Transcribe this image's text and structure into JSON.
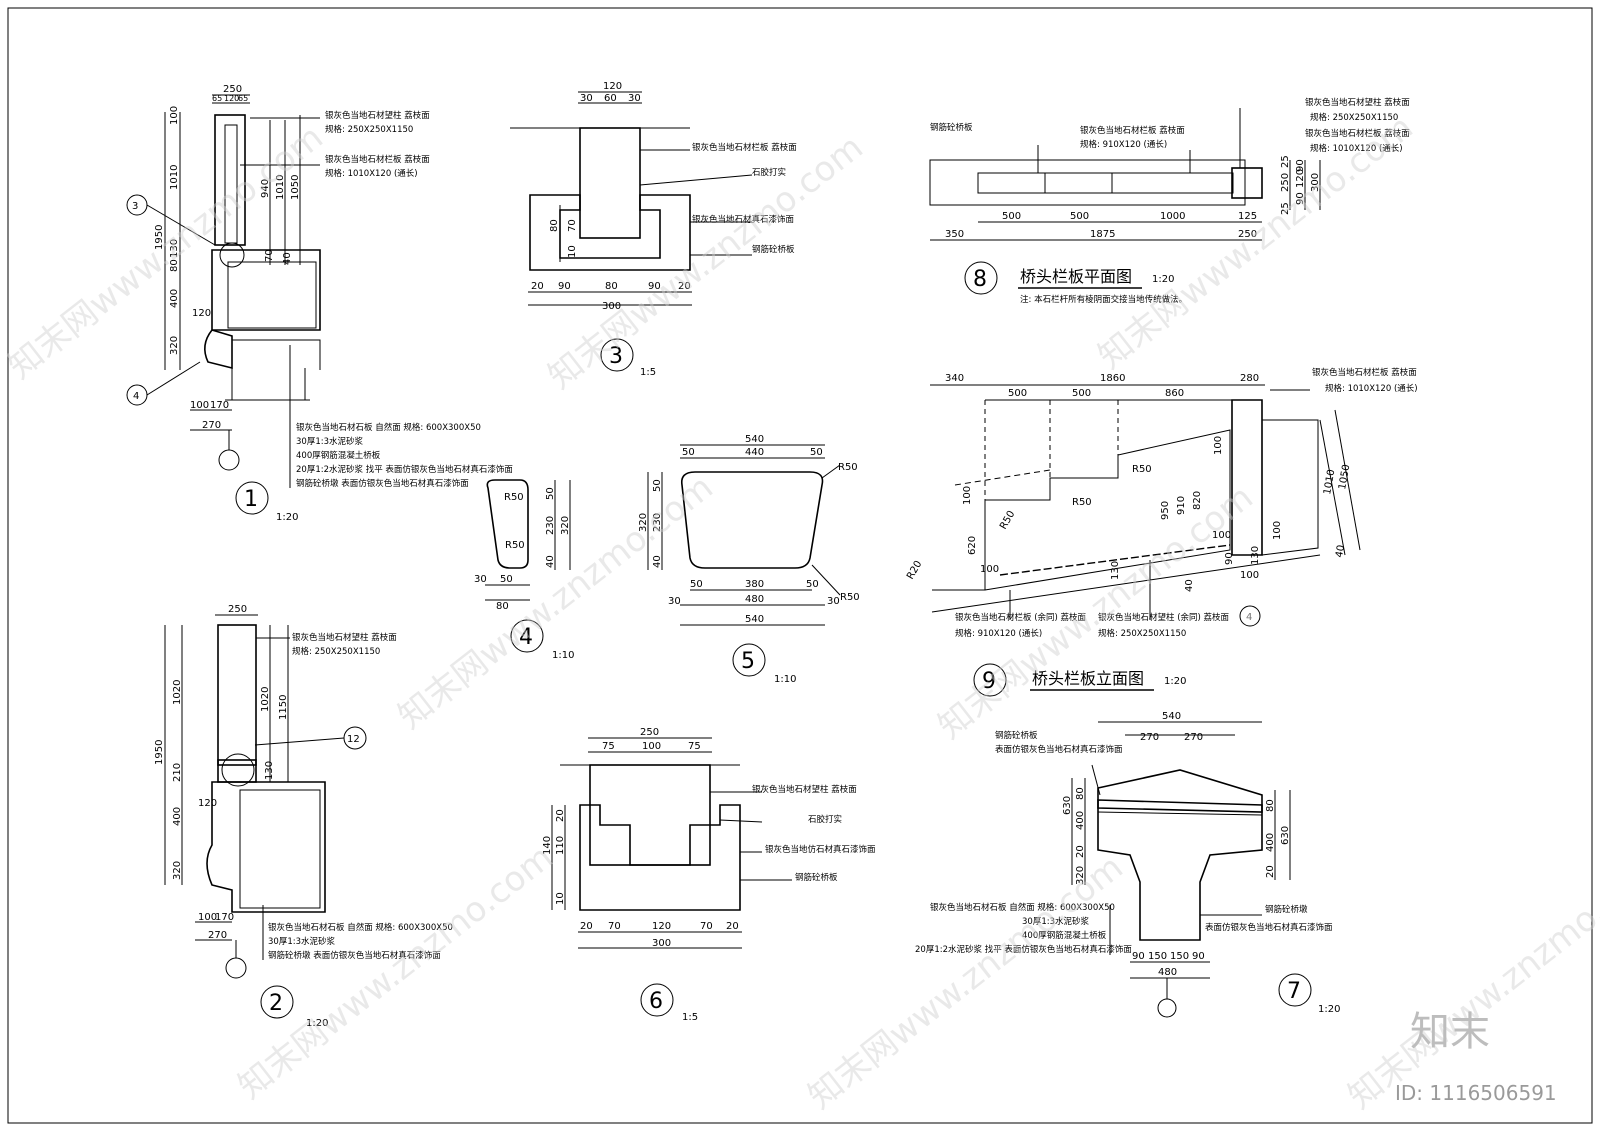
{
  "watermark": {
    "site": "知末网www.znzmo.com",
    "brand": "知末",
    "id_label": "ID: 1116506591"
  },
  "detail1": {
    "no": "1",
    "scale": "1:20",
    "dims_top": [
      "250",
      "65",
      "120",
      "65"
    ],
    "dims_left": [
      "100",
      "1010",
      "1950",
      "80",
      "130",
      "400",
      "320"
    ],
    "dims_right": [
      "940",
      "1010",
      "1050",
      "70",
      "40"
    ],
    "dims_bottom": [
      "100",
      "170",
      "270",
      "120"
    ],
    "callouts": [
      "3",
      "4"
    ],
    "notes_top": [
      "银灰色当地石材望柱  荔枝面",
      "规格: 250X250X1150",
      "银灰色当地石材栏板  荔枝面",
      "规格: 1010X120 (通长)"
    ],
    "notes_bottom": [
      "银灰色当地石材石板  自然面  规格: 600X300X50",
      "30厚1:3水泥砂浆",
      "400厚钢筋混凝土桥板",
      "20厚1:2水泥砂浆  找平  表面仿银灰色当地石材真石漆饰面",
      "钢筋砼桥墩  表面仿银灰色当地石材真石漆饰面"
    ]
  },
  "detail2": {
    "no": "2",
    "scale": "1:20",
    "dims_top": [
      "250"
    ],
    "dims_left": [
      "1020",
      "1950",
      "210",
      "400",
      "320",
      "120"
    ],
    "dims_right": [
      "1020",
      "1150",
      "130"
    ],
    "dims_bottom": [
      "100",
      "170",
      "270"
    ],
    "callouts": [
      "12"
    ],
    "notes_top": [
      "银灰色当地石材望柱  荔枝面",
      "规格: 250X250X1150"
    ],
    "notes_bottom": [
      "银灰色当地石材石板  自然面  规格: 600X300X50",
      "30厚1:3水泥砂浆",
      "钢筋砼桥墩  表面仿银灰色当地石材真石漆饰面"
    ]
  },
  "detail3": {
    "no": "3",
    "scale": "1:5",
    "dims_top": [
      "120",
      "30",
      "60",
      "30"
    ],
    "dims_left": [
      "80",
      "70",
      "10"
    ],
    "dims_bottom": [
      "20",
      "90",
      "80",
      "90",
      "20",
      "300"
    ],
    "notes": [
      "银灰色当地石材栏板  荔枝面",
      "石胶打实",
      "银灰色当地石材真石漆饰面",
      "钢筋砼桥板"
    ]
  },
  "detail4": {
    "no": "4",
    "scale": "1:10",
    "radii": [
      "R50",
      "R50"
    ],
    "dims_right": [
      "50",
      "230",
      "320",
      "40"
    ],
    "dims_bottom": [
      "30",
      "50",
      "80"
    ]
  },
  "detail5": {
    "no": "5",
    "scale": "1:10",
    "dims_top": [
      "540",
      "50",
      "440",
      "50"
    ],
    "dims_left": [
      "50",
      "320",
      "230",
      "40"
    ],
    "dims_bottom": [
      "50",
      "380",
      "50",
      "30",
      "480",
      "30",
      "540"
    ],
    "radii": [
      "R50",
      "R50"
    ]
  },
  "detail6": {
    "no": "6",
    "scale": "1:5",
    "dims_top": [
      "250",
      "75",
      "100",
      "75"
    ],
    "dims_left": [
      "20",
      "110",
      "140",
      "10"
    ],
    "dims_bottom": [
      "20",
      "70",
      "120",
      "70",
      "20",
      "300"
    ],
    "notes": [
      "银灰色当地石材望柱  荔枝面",
      "石胶打实",
      "银灰色当地仿石材真石漆饰面",
      "钢筋砼桥板"
    ]
  },
  "detail7": {
    "no": "7",
    "scale": "1:20",
    "dims_top": [
      "540",
      "270",
      "270"
    ],
    "dims_left": [
      "80",
      "630",
      "400",
      "20",
      "320"
    ],
    "dims_right": [
      "80",
      "400",
      "630",
      "20"
    ],
    "dims_bottom": [
      "90",
      "150",
      "150",
      "90",
      "480"
    ],
    "notes_top": [
      "钢筋砼桥板",
      "表面仿银灰色当地石材真石漆饰面"
    ],
    "notes_bottom": [
      "银灰色当地石材石板  自然面  规格: 600X300X50",
      "30厚1:3水泥砂浆",
      "400厚钢筋混凝土桥板",
      "20厚1:2水泥砂浆  找平  表面仿银灰色当地石材真石漆饰面"
    ],
    "notes_right": [
      "钢筋砼桥墩",
      "表面仿银灰色当地石材真石漆饰面"
    ]
  },
  "detail8": {
    "no": "8",
    "scale": "1:20",
    "title": "桥头栏板平面图",
    "note": "注: 本石栏杆所有棱阴面交接当地传统做法。",
    "dims_bottom": [
      "500",
      "500",
      "1000",
      "125",
      "350",
      "1875",
      "250"
    ],
    "dims_right": [
      "25",
      "250",
      "25",
      "90",
      "120",
      "90",
      "300"
    ],
    "labels": [
      "钢筋砼桥板",
      "银灰色当地石材栏板  荔枝面",
      "规格: 910X120  (通长)",
      "银灰色当地石材望柱  荔枝面",
      "规格: 250X250X1150",
      "银灰色当地石材栏板  荔枝面",
      "规格: 1010X120  (通长)"
    ]
  },
  "detail9": {
    "no": "9",
    "scale": "1:20",
    "title": "桥头栏板立面图",
    "dims_top": [
      "340",
      "1860",
      "280",
      "500",
      "500",
      "860"
    ],
    "dims_inner": [
      "R50",
      "R50",
      "R50",
      "100",
      "100",
      "620",
      "950",
      "910",
      "820",
      "100",
      "130",
      "40",
      "90",
      "100",
      "130",
      "100",
      "R20",
      "100"
    ],
    "dims_right": [
      "1010",
      "1050",
      "40"
    ],
    "callout": "4",
    "labels": [
      "银灰色当地石材栏板  荔枝面",
      "规格: 1010X120  (通长)",
      "银灰色当地石材栏板 (余同)  荔枝面",
      "规格: 910X120  (通长)",
      "银灰色当地石材望柱 (余同)  荔枝面",
      "规格: 250X250X1150"
    ]
  }
}
